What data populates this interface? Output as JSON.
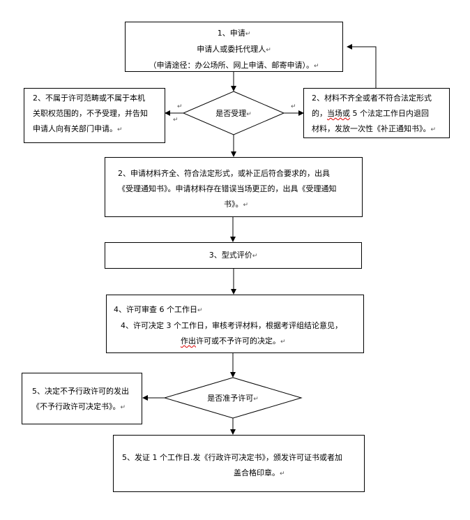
{
  "para_mark": "↵",
  "step1": {
    "line1": "1、申请",
    "line2": "申请人或委托代理人",
    "line3": "（申请途径：办公场所、网上申请、邮寄申请）。"
  },
  "decision1": {
    "label": "是否受理"
  },
  "reject": {
    "line1": "2、不属于许可范畴或不属于本机",
    "line2": "关职权范围的，不予受理，并告知",
    "line3": "申请人向有关部门申请。"
  },
  "supplement": {
    "line1": "2、材料不齐全或者不符合法定形式",
    "line2_pre": "的，",
    "line2_wavy": "当场或",
    "line2_post": " 5 个法定工作日内退回",
    "line3": "材料，发放一次性《补正通知书》。"
  },
  "accept": {
    "line1": "2、申请材料齐全、符合法定形式，或补正后符合要求的，出具",
    "line2": "《受理通知书》。申请材料存在错误当场更正的，出具《受理通知",
    "line3": "书》。"
  },
  "step3": {
    "label": "3、型式评价"
  },
  "step4": {
    "line1": "4、许可审查 6 个工作日",
    "line2": "4、许可决定 3 个工作日，审核考评材料，根据考评组结论意见，",
    "line3_wavy": "作出",
    "line3_post": "许可或不予许可的决定。"
  },
  "decision2": {
    "label": "是否准予许可"
  },
  "deny": {
    "line1": "5、决定不予行政许可的发出",
    "line2": "《不予行政许可决定书》。"
  },
  "grant": {
    "line1": "5、发证 1 个工作日.发《行政许可决定书》，颁发许可证书或者加",
    "line2": "盖合格印章。"
  }
}
